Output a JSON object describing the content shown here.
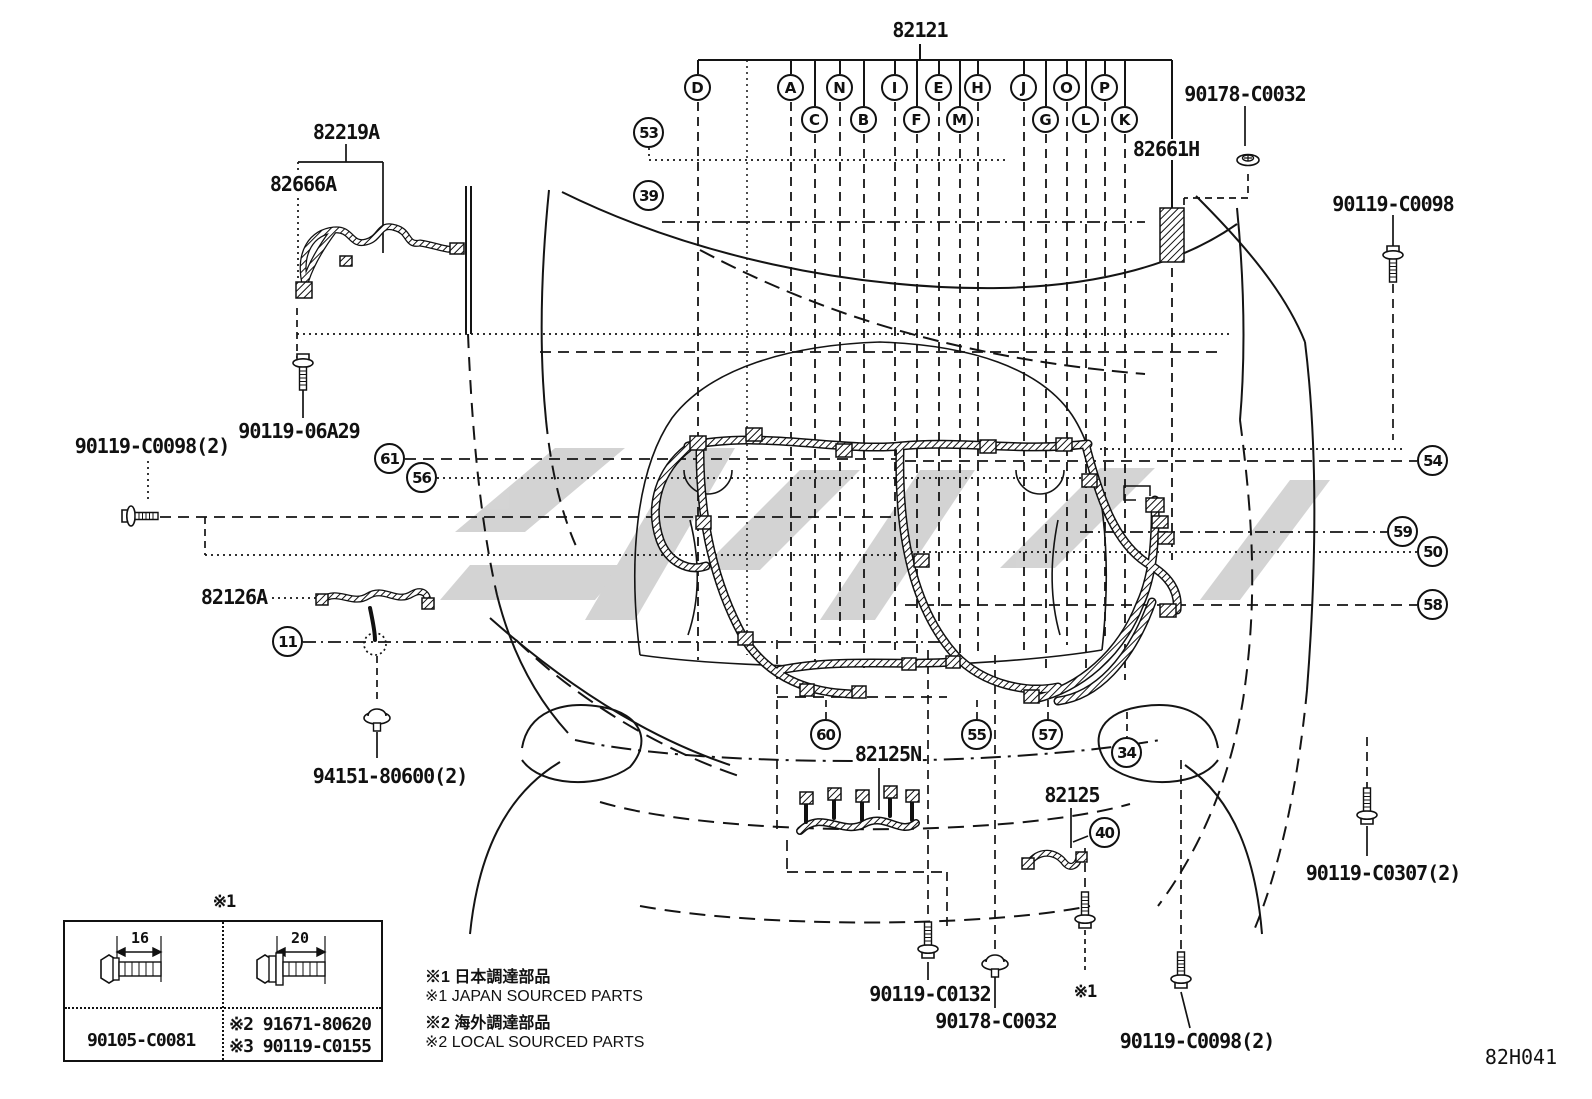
{
  "colors": {
    "line": "#141414",
    "watermark": "#c9c9c9",
    "background": "#ffffff"
  },
  "title": {
    "text": "82121"
  },
  "code": {
    "text": "82H041"
  },
  "callout_letters": [
    "D",
    "A",
    "N",
    "I",
    "E",
    "H",
    "J",
    "O",
    "P",
    "C",
    "B",
    "F",
    "M",
    "G",
    "L",
    "K"
  ],
  "callout_numbers": [
    "53",
    "39",
    "61",
    "56",
    "11",
    "60",
    "55",
    "57",
    "34",
    "40",
    "54",
    "59",
    "50",
    "58"
  ],
  "labels": [
    {
      "name": "part-90178-C0032-top",
      "text": "90178-C0032"
    },
    {
      "name": "part-82661H",
      "text": "82661H"
    },
    {
      "name": "part-90119-C0098-right",
      "text": "90119-C0098"
    },
    {
      "name": "part-82219A",
      "text": "82219A"
    },
    {
      "name": "part-82666A",
      "text": "82666A"
    },
    {
      "name": "part-90119-06A29",
      "text": "90119-06A29"
    },
    {
      "name": "part-90119-C0098-left",
      "text": "90119-C0098(2)"
    },
    {
      "name": "part-82126A",
      "text": "82126A"
    },
    {
      "name": "part-94151-80600",
      "text": "94151-80600(2)"
    },
    {
      "name": "part-82125N",
      "text": "82125N"
    },
    {
      "name": "part-82125",
      "text": "82125"
    },
    {
      "name": "part-90119-C0132",
      "text": "90119-C0132"
    },
    {
      "name": "part-90178-C0032-bottom",
      "text": "90178-C0032"
    },
    {
      "name": "ref-mark-1-bottom",
      "text": "※1"
    },
    {
      "name": "part-90119-C0307",
      "text": "90119-C0307(2)"
    },
    {
      "name": "part-90119-C0098-bottom",
      "text": "90119-C0098(2)"
    }
  ],
  "table": {
    "mark": "※1",
    "left_dim": "16",
    "right_dim": "20",
    "left_part": "90105-C0081",
    "right_parts": [
      "※2 91671-80620",
      "※3 90119-C0155"
    ]
  },
  "legend": [
    "※1 日本調達部品",
    "※1 JAPAN SOURCED PARTS",
    "※2 海外調達部品",
    "※2 LOCAL SOURCED PARTS"
  ]
}
